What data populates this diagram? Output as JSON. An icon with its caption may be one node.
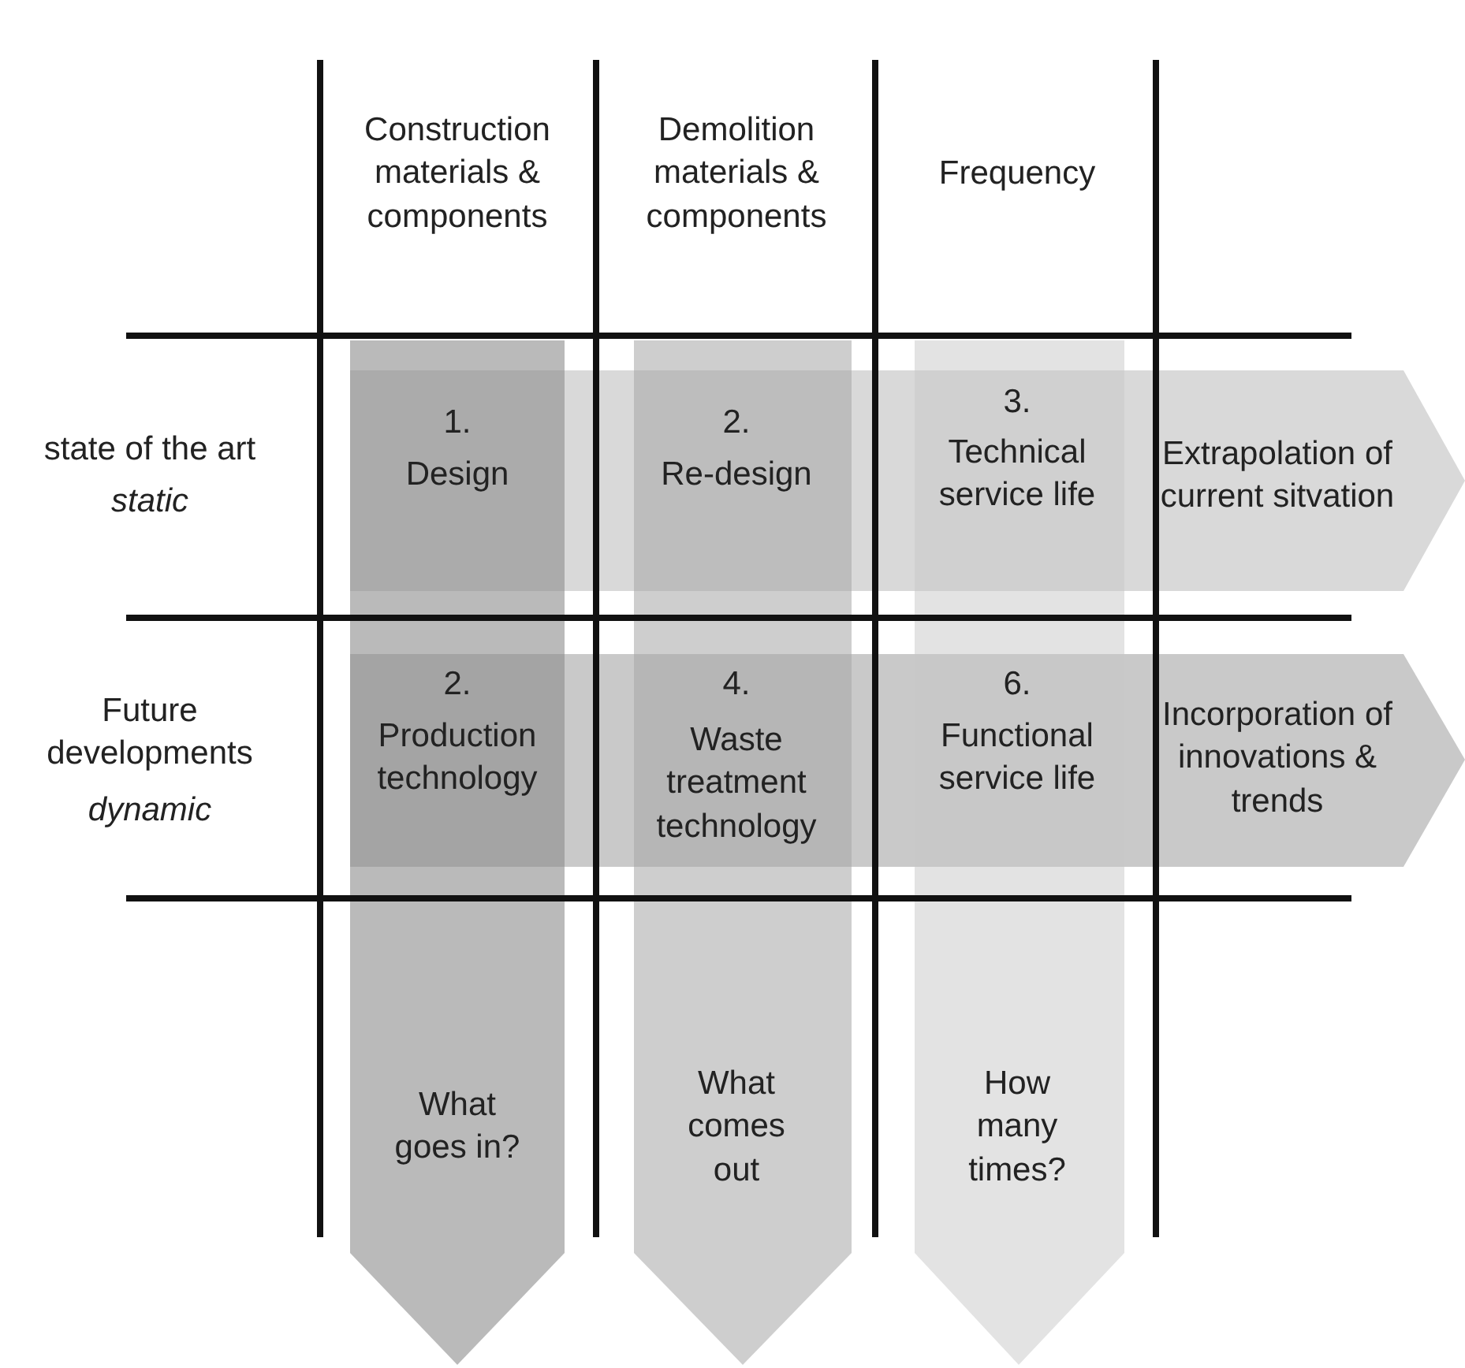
{
  "diagram": {
    "labels": [
      "Construction materials & components",
      "Demolition materials & components",
      "Frequency",
      "state of the art",
      "static",
      "1.",
      "Design",
      "2.",
      "Re-design",
      "3.",
      "Technical service life",
      "Extrapolation of current sitvation",
      "Future developments",
      "dynamic",
      "2.",
      "Production technology",
      "4.",
      "Waste treatment technology",
      "6.",
      "Functional service life",
      "Incorporation of innovations & trends",
      "What goes in?",
      "What comes out",
      "How many times?"
    ]
  }
}
